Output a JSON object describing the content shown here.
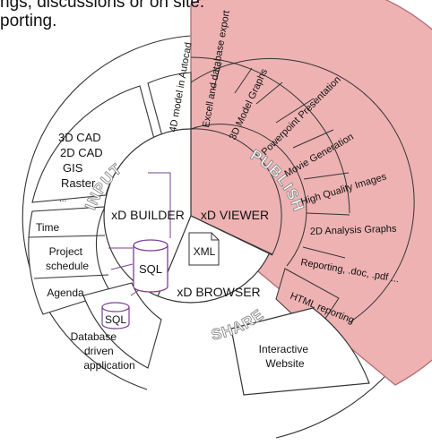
{
  "caption": {
    "line1": "ngs, discussions or on site.",
    "line2": "porting."
  },
  "colors": {
    "publish_fill": "#eeb2b3",
    "publish_stroke": "#b56b72",
    "line": "#333333",
    "purple": "#7a3f92"
  },
  "hub": {
    "builder": "xD BUILDER",
    "viewer": "xD VIEWER",
    "browser": "xD BROWSER",
    "sql": "SQL",
    "xml": "XML"
  },
  "watermarks": {
    "input": "INPUT",
    "publish": "PUBLISH",
    "share": "SHARE"
  },
  "input": {
    "cad": [
      "3D CAD",
      "2D CAD",
      "GIS",
      "Raster",
      "..."
    ],
    "time": "Time",
    "project": [
      "Project",
      "schedule"
    ],
    "agenda": "Agenda",
    "database": {
      "sql": "SQL",
      "lines": [
        "Database",
        "driven",
        "application"
      ]
    },
    "autocad": "4D model in Autocad"
  },
  "publish_outer": [
    "Excell and database export",
    "3D Model Graphs",
    "Powerpoint Presentation",
    "Movie Generation",
    "High Quality Images",
    "2D Analysis Graphs",
    "Reporting, .doc, .pdf ...",
    "HTML reporting"
  ],
  "share": {
    "website": [
      "Interactive",
      "Website"
    ]
  }
}
